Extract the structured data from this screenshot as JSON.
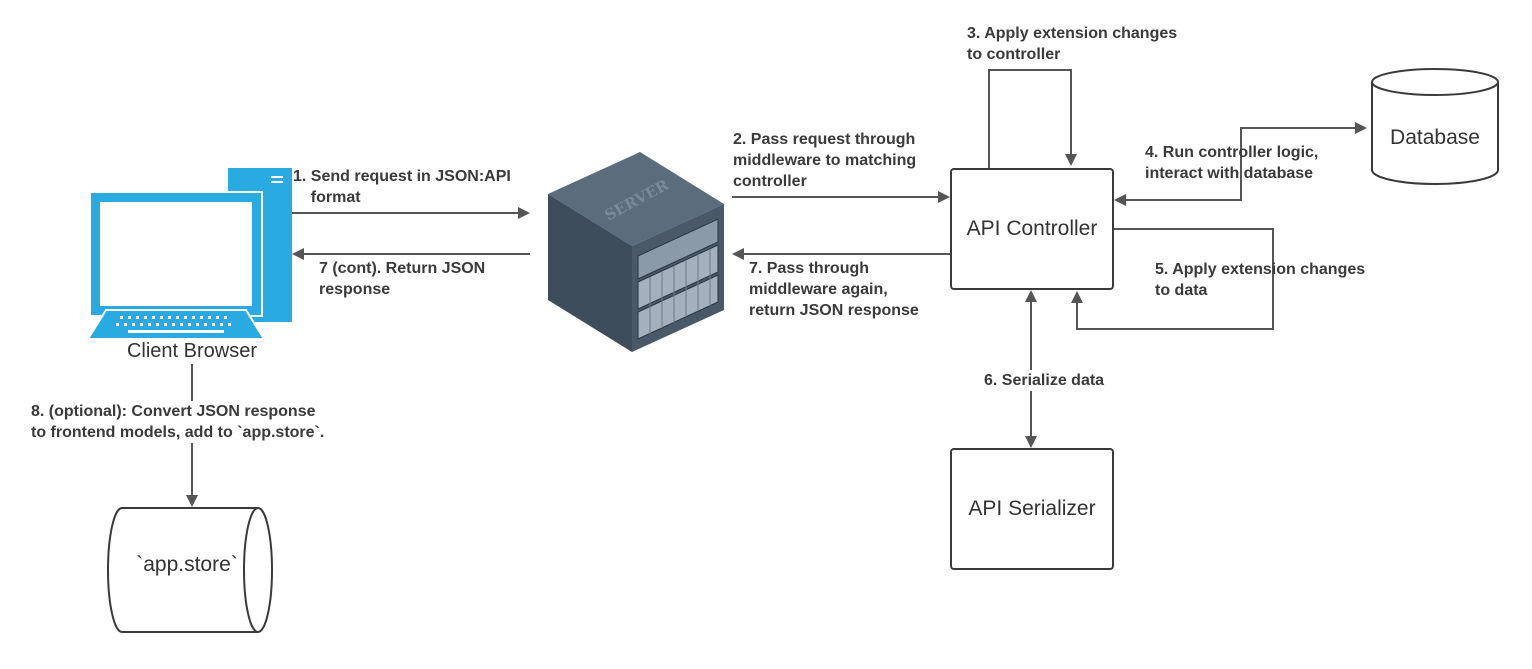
{
  "nodes": {
    "client": "Client Browser",
    "controller": "API Controller",
    "database": "Database",
    "serializer": "API Serializer",
    "store": "`app.store`",
    "server_text": "SERVER"
  },
  "steps": {
    "s1": "1. Send request in JSON:API\n    format",
    "s2": "2. Pass request through\nmiddleware to matching\ncontroller",
    "s3": "3. Apply extension changes\nto controller",
    "s4": "4. Run controller logic,\ninteract with database",
    "s5": "5. Apply extension changes\nto data",
    "s6": "6. Serialize data",
    "s7": "7. Pass through\nmiddleware again,\nreturn JSON response",
    "s7c": "7 (cont). Return JSON\nresponse",
    "s8": "8. (optional): Convert JSON response\nto frontend models, add to `app.store`."
  },
  "colors": {
    "line": "#555555",
    "computer": "#29abe2",
    "server_dark": "#3e4d5c",
    "server_mid": "#5b6c7d"
  }
}
